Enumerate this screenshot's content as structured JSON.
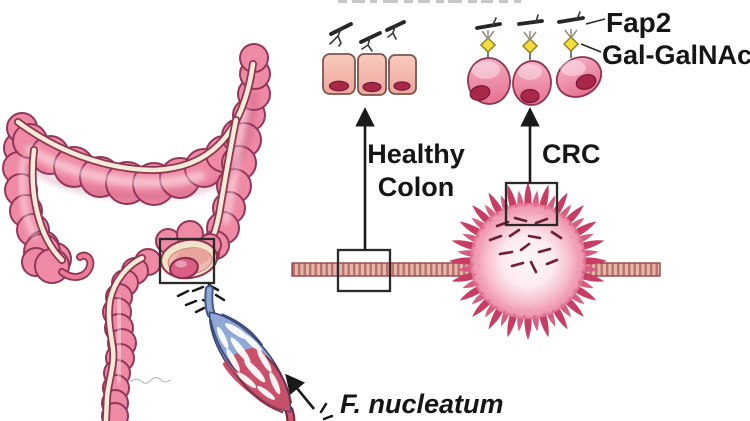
{
  "figure": {
    "labels": {
      "fap2": "Fap2",
      "gal_galnac": "Gal-GalNAc",
      "healthy_line1": "Healthy",
      "healthy_line2": "Colon",
      "crc": "CRC",
      "f_nucleatum": "F. nucleatum"
    },
    "colors": {
      "colon_pink": "#ef8aa4",
      "colon_outline": "#8e3550",
      "tenia_cream": "#f4ecd8",
      "healthy_cell_fill": "#f3b2a6",
      "crc_cell_fill": "#ec86a6",
      "nucleus_dark": "#a82848",
      "gal_galnac_yellow": "#f3dd3c",
      "tumor_spike": "#c73d64",
      "tumor_center": "#fef6f7",
      "bacteria_dark": "#2a2a2a",
      "tumor_rod_maroon": "#6d1e33",
      "spindle_blue": "#8fa9d6",
      "spindle_red": "#c8506b",
      "arrow_black": "#1a1a1a",
      "epithelium_base": "#e4b7ab",
      "epithelium_bar": "#b26463"
    }
  }
}
